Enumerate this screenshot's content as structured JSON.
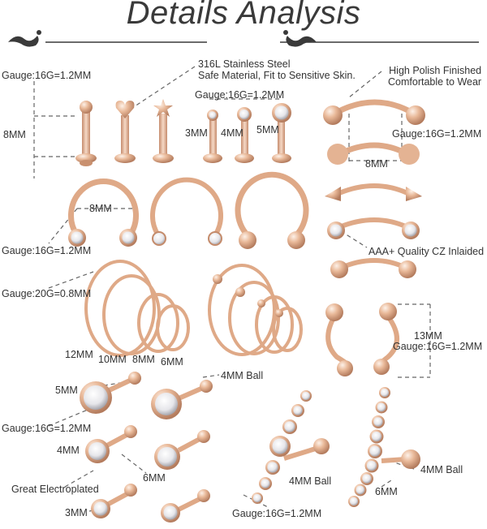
{
  "title": "Details Analysis",
  "colors": {
    "gold": "#e6b595",
    "gold_dark": "#b98063",
    "gold_light": "#f9e2d2",
    "line": "#666666",
    "text": "#333333"
  },
  "labels": {
    "material": "316L Stainless Steel\nSafe Material, Fit to Sensitive Skin.",
    "polish": "High Polish Finished\nComfortable to Wear",
    "gauge_16g_top_left": "Gauge:16G=1.2MM",
    "length_8mm_left": "8MM",
    "gauge_16g_cz": "Gauge:16G=1.2MM",
    "cz_3mm": "3MM",
    "cz_4mm": "4MM",
    "cz_5mm": "5MM",
    "gauge_16g_right": "Gauge:16G=1.2MM",
    "barbell_8mm": "8MM",
    "horseshoe_8mm": "8MM",
    "gauge_16g_horseshoe": "Gauge:16G=1.2MM",
    "cz_inlaid": "AAA+ Quality CZ Inlaided",
    "gauge_20g": "Gauge:20G=0.8MM",
    "hoop_12mm": "12MM",
    "hoop_10mm": "10MM",
    "hoop_8mm": "8MM",
    "hoop_6mm": "6MM",
    "spiral_13mm": "13MM",
    "gauge_16g_spiral": "Gauge:16G=1.2MM",
    "stud_5mm": "5MM",
    "ball_4mm_top": "4MM Ball",
    "gauge_16g_studs": "Gauge:16G=1.2MM",
    "stud_4mm": "4MM",
    "stud_6mm": "6MM",
    "electroplated": "Great Electroplated",
    "stud_3mm": "3MM",
    "ball_4mm_climber": "4MM Ball",
    "ball_4mm_right": "4MM Ball",
    "climber_6mm": "6MM",
    "gauge_16g_bottom": "Gauge:16G=1.2MM"
  }
}
